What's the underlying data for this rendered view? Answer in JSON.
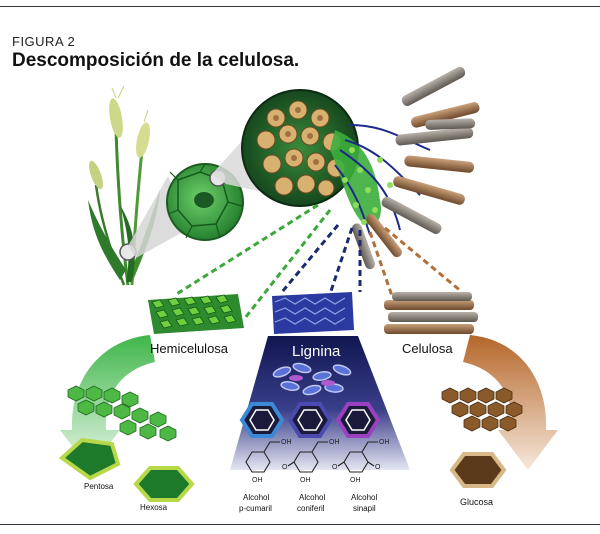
{
  "figure": {
    "label": "FIGURA 2",
    "title": "Descomposición de la celulosa."
  },
  "components": {
    "hemicelulosa": "Hemicelulosa",
    "lignina": "Lignina",
    "celulosa": "Celulosa"
  },
  "sugars": {
    "pentosa": "Pentosa",
    "hexosa": "Hexosa",
    "glucosa": "Glucosa"
  },
  "alcohols": [
    {
      "line1": "Alcohol",
      "line2": "p-cumaril"
    },
    {
      "line1": "Alcohol",
      "line2": "coniferil"
    },
    {
      "line1": "Alcohol",
      "line2": "sinapil"
    }
  ],
  "chem": {
    "oh": "OH",
    "o": "O"
  },
  "colors": {
    "hemicellulose_green": "#3aa63a",
    "lignin_navy": "#1c2a6e",
    "cellulose_brown": "#b0703a",
    "rule": "#3a3a3a"
  }
}
